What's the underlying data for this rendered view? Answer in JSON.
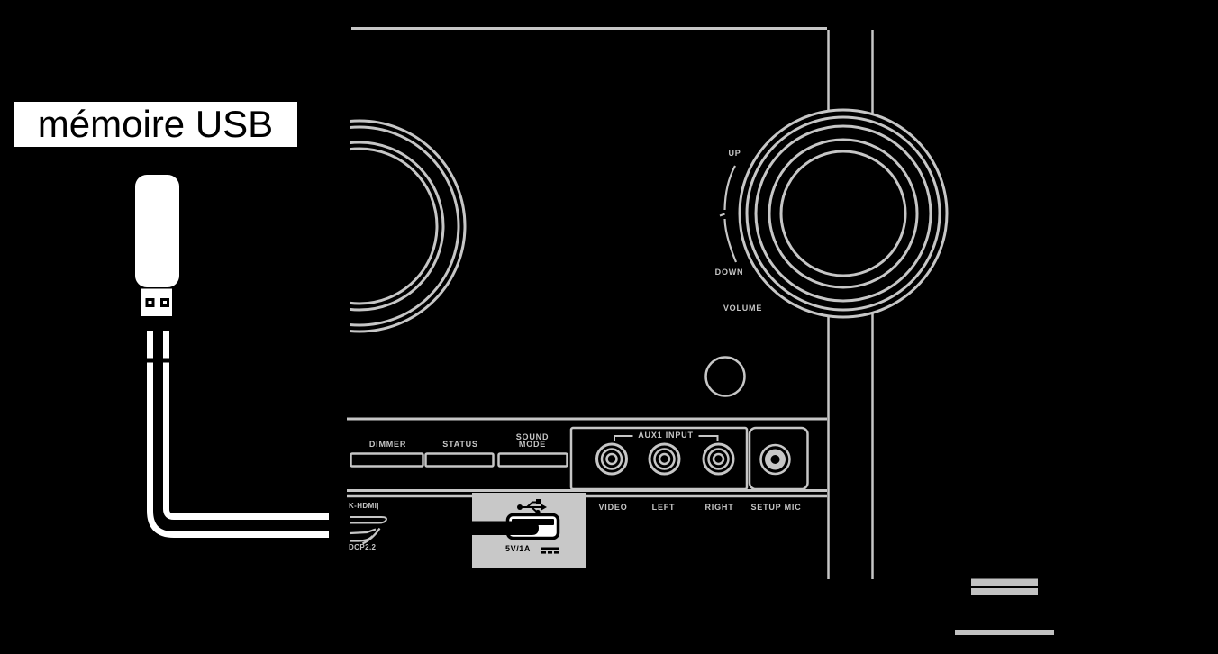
{
  "callout": {
    "label": "mémoire USB"
  },
  "volume_control": {
    "up": "UP",
    "down": "DOWN",
    "label": "VOLUME"
  },
  "front_buttons": {
    "dimmer": "DIMMER",
    "status": "STATUS",
    "sound_mode_line1": "SOUND",
    "sound_mode_line2": "MODE"
  },
  "aux_section": {
    "title": "AUX1 INPUT",
    "video": "VIDEO",
    "left": "LEFT",
    "right": "RIGHT",
    "setup_mic": "SETUP MIC"
  },
  "front_hdmi": {
    "label_fragment": "K-HDMI|",
    "hdcp_fragment": "DCP2.2"
  },
  "usb_port": {
    "power_label": "5V/1A"
  },
  "colors": {
    "background": "#000000",
    "panel_line": "#c6c6c6",
    "highlight_box": "#c8c8c8",
    "device_white": "#ffffff",
    "footer_bar": "#c2c2c2"
  }
}
